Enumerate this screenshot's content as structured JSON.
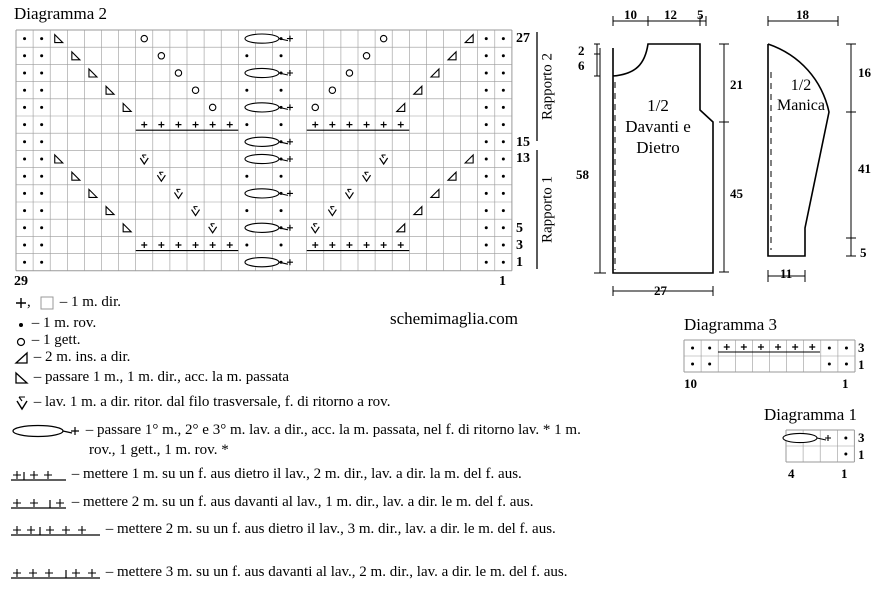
{
  "diagram2": {
    "title": "Diagramma 2",
    "row_numbers": [
      "27",
      "15",
      "13",
      "5",
      "3",
      "1"
    ],
    "col_left": "29",
    "col_right": "1",
    "rapporto2": "Rapporto 2",
    "rapporto1": "Rapporto 1"
  },
  "schema": {
    "top_widths": [
      "10",
      "12",
      "5"
    ],
    "sleeve_top": "18",
    "left_2": "2",
    "left_6": "6",
    "h21": "21",
    "h58": "58",
    "h45": "45",
    "front_label_1": "1/2",
    "front_label_2": "Davanti e",
    "front_label_3": "Dietro",
    "bottom_27": "27",
    "sleeve_label_1": "1/2",
    "sleeve_label_2": "Manica",
    "s16": "16",
    "s41": "41",
    "s5": "5",
    "s11": "11"
  },
  "site": "schemimaglia.com",
  "legend": {
    "l1_sep": ",",
    "l1": "– 1 m. dir.",
    "l2": "– 1 m. rov.",
    "l3": "– 1 gett.",
    "l4": "– 2 m. ins. a dir.",
    "l5": "– passare 1 m., 1 m. dir., acc. la m. passata",
    "l6": "– lav. 1 m. a dir. ritor. dal filo trasversale, f. di ritorno a rov.",
    "l7a": "– passare 1° m., 2° e 3° m. lav. a dir., acc. la m. passata, nel f. di ritorno lav. * 1 m.",
    "l7b": "rov., 1 gett., 1 m. rov. *",
    "l8": "– mettere 1 m. su un f. aus dietro il lav., 2 m. dir., lav. a dir. la m. del f. aus.",
    "l9": "– mettere 2 m. su un f. aus davanti al lav., 1 m. dir., lav. a dir. le m. del f. aus.",
    "l10": "– mettere 2 m. su un f. aus dietro il lav., 3 m. dir., lav. a dir. le m. del f. aus.",
    "l11": "– mettere 3 m. su un f. aus davanti al lav., 2 m. dir., lav. a dir. le m. del f. aus."
  },
  "diagram3": {
    "title": "Diagramma 3",
    "rows": [
      "3",
      "1"
    ],
    "col_left": "10",
    "col_right": "1"
  },
  "diagram1": {
    "title": "Diagramma 1",
    "rows": [
      "3",
      "1"
    ],
    "col_left": "4",
    "col_right": "1"
  }
}
